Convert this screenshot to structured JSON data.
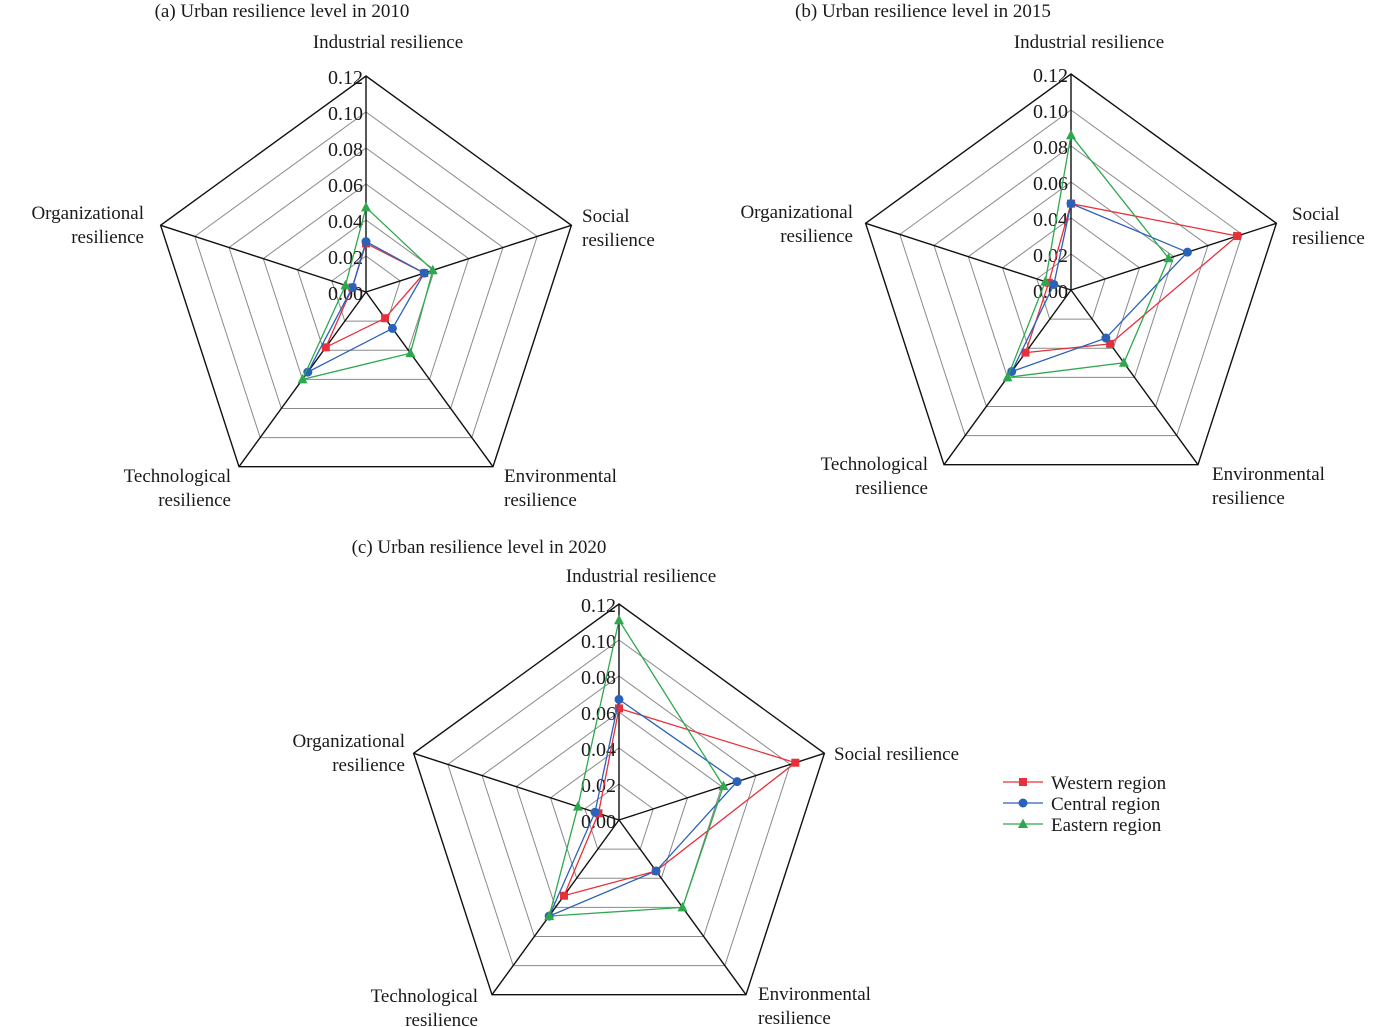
{
  "chart_data": [
    {
      "type": "radar",
      "title": "(a) Urban resilience level in 2010",
      "axes": [
        {
          "lines": [
            "Industrial resilience"
          ]
        },
        {
          "lines": [
            "Social",
            "resilience"
          ]
        },
        {
          "lines": [
            "Environmental",
            "resilience"
          ]
        },
        {
          "lines": [
            "Technological",
            "resilience"
          ]
        },
        {
          "lines": [
            "Organizational",
            "resilience"
          ]
        }
      ],
      "ticks": [
        "0.00",
        "0.02",
        "0.04",
        "0.06",
        "0.08",
        "0.10",
        "0.12"
      ],
      "rmax": 0.12,
      "series": [
        {
          "name": "Western region",
          "values": [
            0.027,
            0.034,
            0.018,
            0.038,
            0.008
          ]
        },
        {
          "name": "Central region",
          "values": [
            0.028,
            0.034,
            0.025,
            0.055,
            0.008
          ]
        },
        {
          "name": "Eastern region",
          "values": [
            0.047,
            0.039,
            0.042,
            0.06,
            0.012
          ]
        }
      ]
    },
    {
      "type": "radar",
      "title": "(b) Urban resilience level in 2015",
      "axes": [
        {
          "lines": [
            "Industrial resilience"
          ]
        },
        {
          "lines": [
            "Social",
            "resilience"
          ]
        },
        {
          "lines": [
            "Environmental",
            "resilience"
          ]
        },
        {
          "lines": [
            "Technological",
            "resilience"
          ]
        },
        {
          "lines": [
            "Organizational",
            "resilience"
          ]
        }
      ],
      "ticks": [
        "0.00",
        "0.02",
        "0.04",
        "0.06",
        "0.08",
        "0.10",
        "0.12"
      ],
      "rmax": 0.12,
      "series": [
        {
          "name": "Western region",
          "values": [
            0.048,
            0.097,
            0.037,
            0.043,
            0.013
          ]
        },
        {
          "name": "Central region",
          "values": [
            0.048,
            0.068,
            0.033,
            0.056,
            0.01
          ]
        },
        {
          "name": "Eastern region",
          "values": [
            0.086,
            0.057,
            0.05,
            0.06,
            0.015
          ]
        }
      ]
    },
    {
      "type": "radar",
      "title": "(c) Urban resilience level in 2020",
      "axes": [
        {
          "lines": [
            "Industrial resilience"
          ]
        },
        {
          "lines": [
            "Social resilience"
          ]
        },
        {
          "lines": [
            "Environmental",
            "resilience"
          ]
        },
        {
          "lines": [
            "Technological",
            "resilience"
          ]
        },
        {
          "lines": [
            "Organizational",
            "resilience"
          ]
        }
      ],
      "ticks": [
        "0.00",
        "0.02",
        "0.04",
        "0.06",
        "0.08",
        "0.10",
        "0.12"
      ],
      "rmax": 0.12,
      "series": [
        {
          "name": "Western region",
          "values": [
            0.062,
            0.103,
            0.035,
            0.052,
            0.012
          ]
        },
        {
          "name": "Central region",
          "values": [
            0.067,
            0.069,
            0.035,
            0.066,
            0.014
          ]
        },
        {
          "name": "Eastern region",
          "values": [
            0.111,
            0.061,
            0.06,
            0.066,
            0.024
          ]
        }
      ]
    }
  ],
  "legend": {
    "placement": "right of chart (c)",
    "entries": [
      {
        "name": "Western region",
        "color": "#e8303a",
        "marker": "square"
      },
      {
        "name": "Central region",
        "color": "#2a62b8",
        "marker": "circle"
      },
      {
        "name": "Eastern region",
        "color": "#2ea84e",
        "marker": "triangle"
      }
    ]
  }
}
